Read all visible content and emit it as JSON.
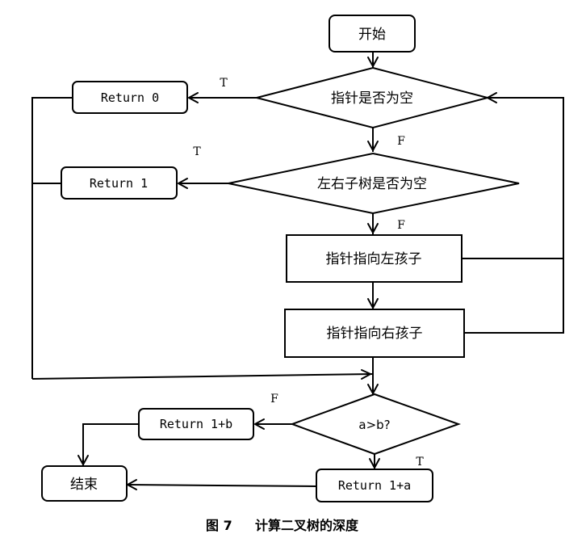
{
  "nodes": {
    "start": "开始",
    "check_null": "指针是否为空",
    "return0": "Return 0",
    "check_leaf": "左右子树是否为空",
    "return1": "Return 1",
    "go_left": "指针指向左孩子",
    "go_right": "指针指向右孩子",
    "compare": "a>b?",
    "return_b": "Return 1+b",
    "return_a": "Return 1+a",
    "end": "结束"
  },
  "edge_labels": {
    "null_true": "T",
    "null_false": "F",
    "leaf_true": "T",
    "leaf_false": "F",
    "compare_false": "F",
    "compare_true": "T"
  },
  "caption": {
    "figure": "图 7",
    "title": "计算二叉树的深度"
  }
}
